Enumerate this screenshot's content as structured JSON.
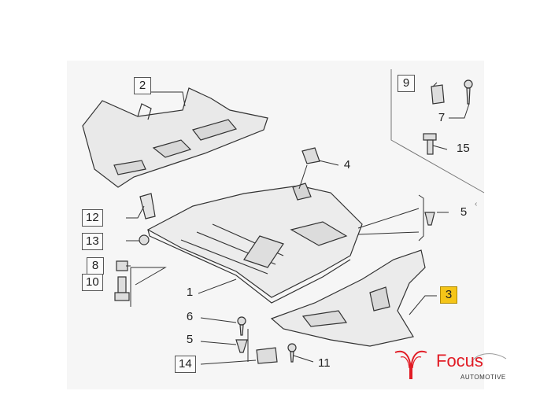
{
  "callouts": {
    "c1": "1",
    "c2": "2",
    "c3": "3",
    "c4": "4",
    "c5a": "5",
    "c5b": "5",
    "c6": "6",
    "c7": "7",
    "c8": "8",
    "c9": "9",
    "c10": "10",
    "c11": "11",
    "c12": "12",
    "c13": "13",
    "c14": "14",
    "c15": "15"
  },
  "highlighted_callout": "3",
  "logo": {
    "name": "Focus",
    "subtitle": "AUTOMOTIVE"
  },
  "side_arrow": "‹",
  "colors": {
    "highlight": "#f5c518",
    "brand": "#e11b24",
    "panel": "#f6f6f6",
    "line": "#333333"
  }
}
